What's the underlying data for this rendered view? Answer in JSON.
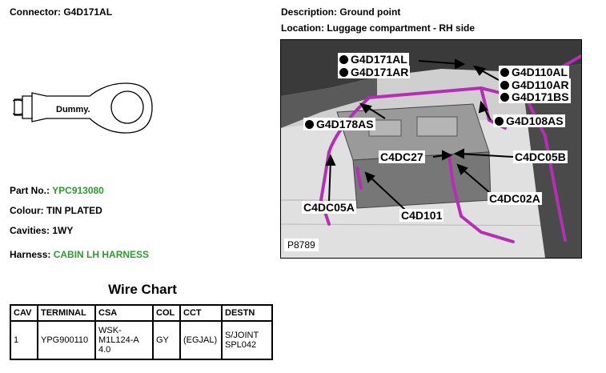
{
  "connector": {
    "label": "Connector:",
    "value": "G4D171AL"
  },
  "description": {
    "label": "Description:",
    "value": "Ground point"
  },
  "location": {
    "label": "Location:",
    "value": "Luggage compartment - RH side"
  },
  "drawing": {
    "text": "Dummy."
  },
  "part_no": {
    "label": "Part No.:",
    "value": "YPC913080"
  },
  "colour": {
    "label": "Colour:",
    "value": "TIN PLATED"
  },
  "cavities": {
    "label": "Cavities:",
    "value": "1WY"
  },
  "harness": {
    "label": "Harness:",
    "value": "CABIN LH HARNESS"
  },
  "colors": {
    "green": "#2f9a2f",
    "wire": "#b52fb5"
  },
  "wire_chart": {
    "title": "Wire Chart",
    "headers": [
      "CAV",
      "TERMINAL",
      "CSA",
      "COL",
      "CCT",
      "DESTN"
    ],
    "rows": [
      [
        "1",
        "YPG900110",
        "WSK-M1L124-A 4.0",
        "GY",
        "(EGJAL)",
        "S/JOINT SPL042"
      ]
    ]
  },
  "photo": {
    "ref": "P8789",
    "callouts": {
      "g4d171al": "G4D171AL",
      "g4d171ar": "G4D171AR",
      "g4d110al": "G4D110AL",
      "g4d110ar": "G4D110AR",
      "g4d171bs": "G4D171BS",
      "g4d178as": "G4D178AS",
      "g4d108as": "G4D108AS",
      "c4dc27": "C4DC27",
      "c4dc05b": "C4DC05B",
      "c4dc02a": "C4DC02A",
      "c4dc05a": "C4DC05A",
      "c4d101": "C4D101"
    }
  }
}
